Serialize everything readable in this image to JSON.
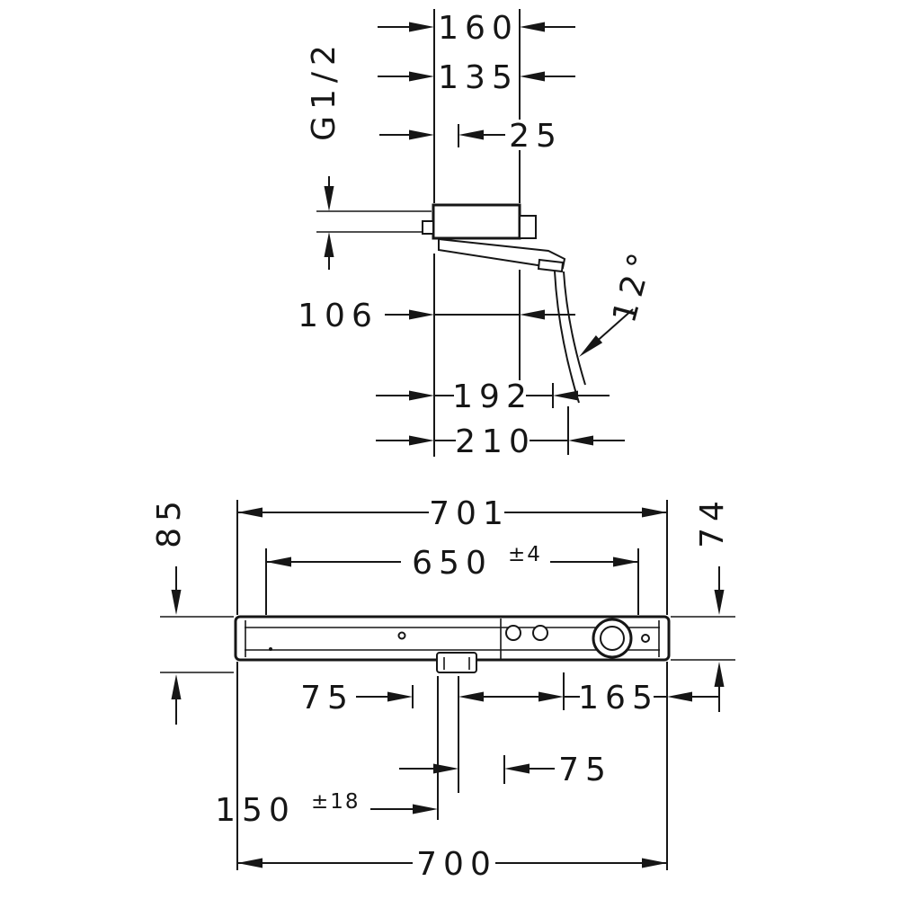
{
  "drawing": {
    "top_view": {
      "d160": "160",
      "d135": "135",
      "d25": "25",
      "thread": "G1/2",
      "d106": "106",
      "angle": "12°",
      "d192": "192",
      "d210": "210"
    },
    "front_view": {
      "d701": "701",
      "d650": "650",
      "d650_tol": "±4",
      "d85": "85",
      "d74": "74",
      "d75_left": "75",
      "d165": "165",
      "d75_center": "75",
      "d150": "150",
      "d150_tol": "±18",
      "d700": "700"
    },
    "colors": {
      "line": "#161616",
      "background": "#ffffff"
    }
  }
}
